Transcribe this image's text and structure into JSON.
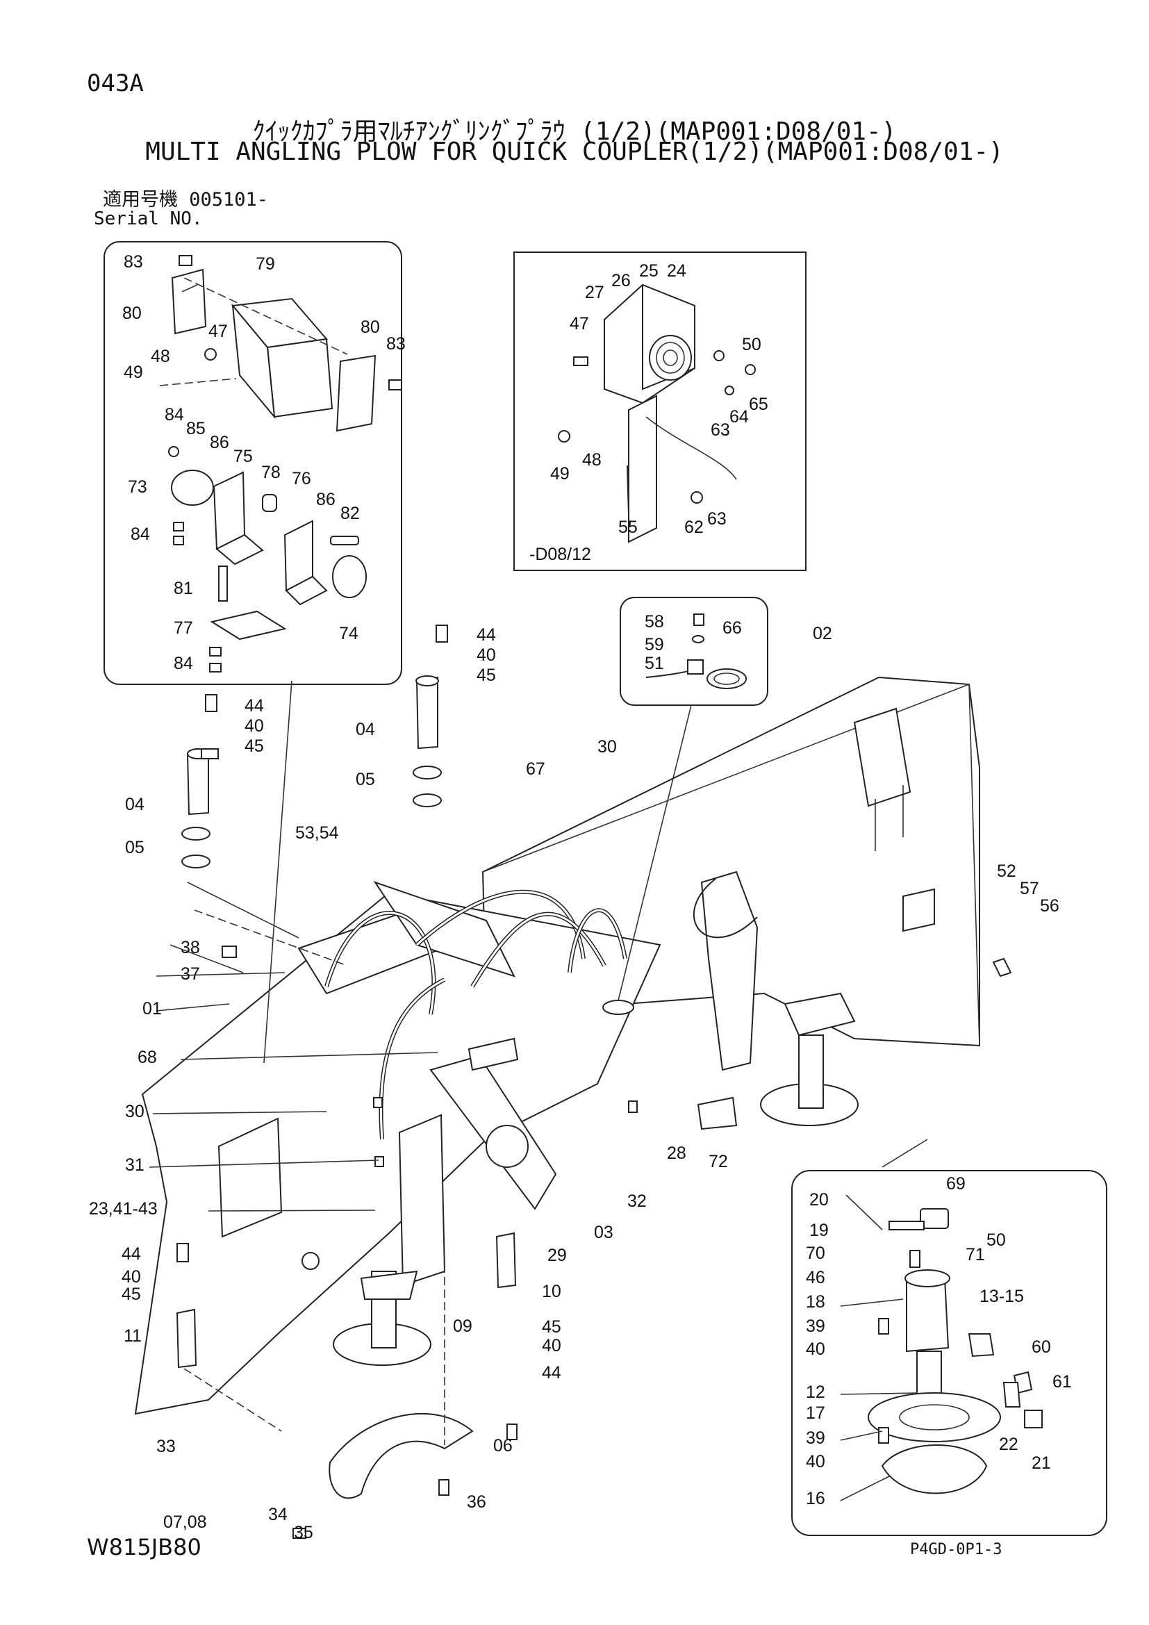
{
  "header": {
    "page_code": "043A",
    "title_jp": "ｸｲｯｸｶﾌﾟﾗ用ﾏﾙﾁｱﾝｸﾞﾘﾝｸﾞﾌﾟﾗｳ (1/2)(MAP001:D08/01-)",
    "title_en": "MULTI ANGLING PLOW FOR QUICK COUPLER(1/2)(MAP001:D08/01-)",
    "serial_jp": "適用号機 005101-",
    "serial_en": "Serial NO."
  },
  "footer": {
    "model_code": "W815JB80",
    "sheet_code": "P4GD-0P1-3"
  },
  "inset_note": "-D08/12",
  "callouts": {
    "c83a": "83",
    "c79": "79",
    "c80a": "80",
    "c47a": "47",
    "c80b": "80",
    "c83b": "83",
    "c48a": "48",
    "c49a": "49",
    "c84a": "84",
    "c85": "85",
    "c86a": "86",
    "c75": "75",
    "c78": "78",
    "c76": "76",
    "c73": "73",
    "c86b": "86",
    "c82": "82",
    "c84b": "84",
    "c81": "81",
    "c74": "74",
    "c77": "77",
    "c84c": "84",
    "c25": "25",
    "c24": "24",
    "c27": "27",
    "c26": "26",
    "c47b": "47",
    "c50a": "50",
    "c63a": "63",
    "c64": "64",
    "c65": "65",
    "c49b": "49",
    "c48b": "48",
    "c55": "55",
    "c62": "62",
    "c63b": "63",
    "c58": "58",
    "c59": "59",
    "c66": "66",
    "c51": "51",
    "c02": "02",
    "c44a": "44",
    "c40a": "40",
    "c45a": "45",
    "c04a": "04",
    "c05a": "05",
    "c44b": "44",
    "c40b": "40",
    "c45b": "45",
    "c04b": "04",
    "c05b": "05",
    "c30a": "30",
    "c67": "67",
    "c5354": "53,54",
    "c52": "52",
    "c57": "57",
    "c56": "56",
    "c38": "38",
    "c37": "37",
    "c01": "01",
    "c68": "68",
    "c30b": "30",
    "c31": "31",
    "c2341": "23,41-43",
    "c32": "32",
    "c28": "28",
    "c72": "72",
    "c29": "29",
    "c03": "03",
    "c44c": "44",
    "c40c": "40",
    "c45c": "45",
    "c11": "11",
    "c09": "09",
    "c10": "10",
    "c45d": "45",
    "c40d": "40",
    "c44d": "44",
    "c33": "33",
    "c06": "06",
    "c36": "36",
    "c0708": "07,08",
    "c34": "34",
    "c35": "35",
    "c20": "20",
    "c69": "69",
    "c19": "19",
    "c50b": "50",
    "c70": "70",
    "c71": "71",
    "c46": "46",
    "c18": "18",
    "c1315": "13-15",
    "c39a": "39",
    "c60": "60",
    "c40e": "40",
    "c61": "61",
    "c12": "12",
    "c17": "17",
    "c22": "22",
    "c21": "21",
    "c39b": "39",
    "c40f": "40",
    "c16": "16"
  }
}
